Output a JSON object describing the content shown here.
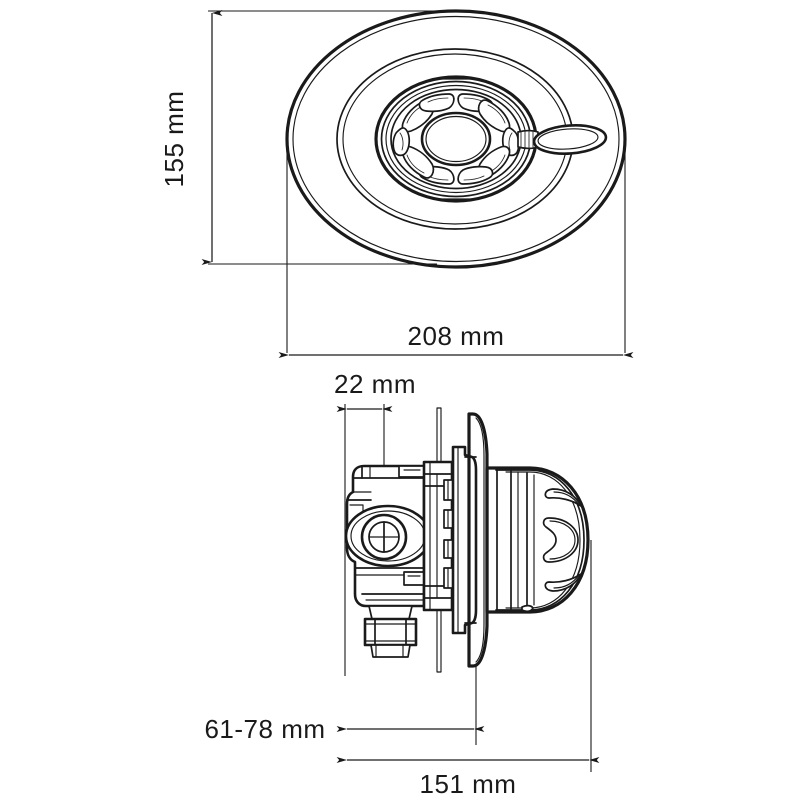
{
  "drawing": {
    "title": "Shower head / valve assembly dimensioned drawing",
    "background_color": "#ffffff",
    "line_color": "#1a1a1a",
    "units": "mm",
    "views": [
      {
        "name": "front-view",
        "description": "Perspective front view of round shower head with 8 radial petal openings, central hub and side lever handle"
      },
      {
        "name": "side-view",
        "description": "Side section view showing valve body, hex compression fitting, mounting flange and domed head"
      }
    ]
  },
  "dimensions": {
    "height_front": {
      "label": "155 mm",
      "value": 155,
      "unit": "mm",
      "orientation": "vertical",
      "view": "front-view"
    },
    "width_front": {
      "label": "208 mm",
      "value": 208,
      "unit": "mm",
      "orientation": "horizontal",
      "view": "front-view"
    },
    "depth_small": {
      "label": "22 mm",
      "value": 22,
      "unit": "mm",
      "orientation": "horizontal",
      "view": "side-view"
    },
    "depth_range": {
      "label": "61-78 mm",
      "value_min": 61,
      "value_max": 78,
      "unit": "mm",
      "orientation": "horizontal",
      "view": "side-view"
    },
    "depth_total": {
      "label": "151 mm",
      "value": 151,
      "unit": "mm",
      "orientation": "horizontal",
      "view": "side-view"
    }
  }
}
